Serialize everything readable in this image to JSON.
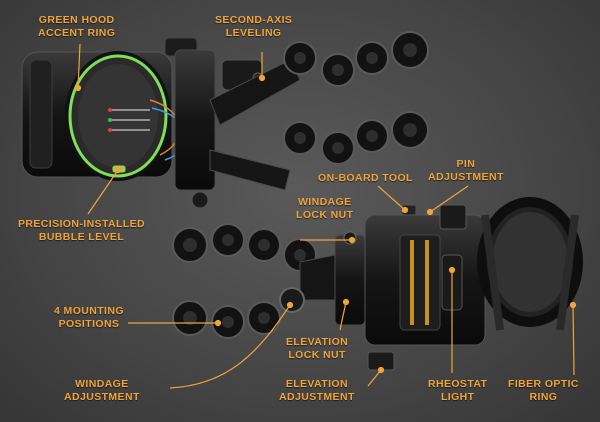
{
  "accent_color": "#f0a43a",
  "ring_color": "#7ee05a",
  "callouts": {
    "green_hood": [
      "GREEN HOOD",
      "ACCENT RING"
    ],
    "second_axis": [
      "SECOND-AXIS",
      "LEVELING"
    ],
    "bubble_level": [
      "PRECISION-INSTALLED",
      "BUBBLE LEVEL"
    ],
    "onboard_tool": [
      "ON-BOARD TOOL"
    ],
    "pin_adjustment": [
      "PIN",
      "ADJUSTMENT"
    ],
    "windage_lock": [
      "WINDAGE",
      "LOCK NUT"
    ],
    "mounting_positions": [
      "4 MOUNTING",
      "POSITIONS"
    ],
    "elevation_lock": [
      "ELEVATION",
      "LOCK NUT"
    ],
    "windage_adjustment": [
      "WINDAGE",
      "ADJUSTMENT"
    ],
    "elevation_adjustment": [
      "ELEVATION",
      "ADJUSTMENT"
    ],
    "rheostat": [
      "RHEOSTAT",
      "LIGHT"
    ],
    "fiber_ring": [
      "FIBER OPTIC",
      "RING"
    ]
  }
}
